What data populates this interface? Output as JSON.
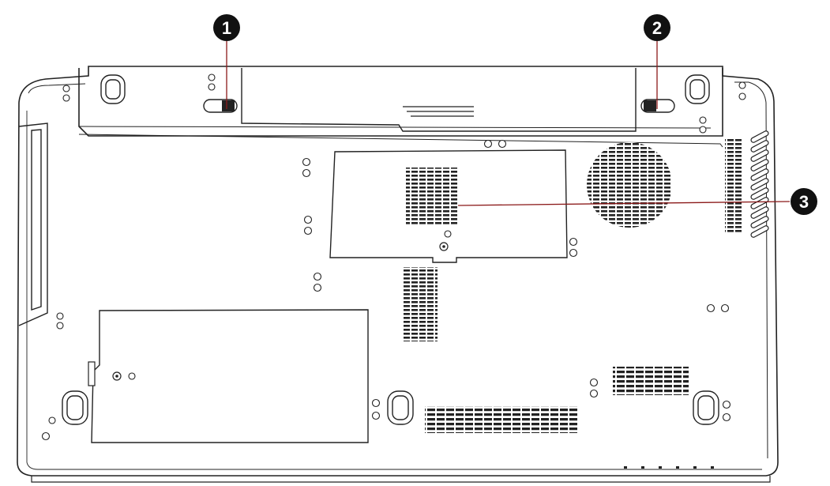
{
  "diagram": {
    "callouts": [
      {
        "number": "1",
        "label": "battery-release-latch-left"
      },
      {
        "number": "2",
        "label": "battery-release-latch-right"
      },
      {
        "number": "3",
        "label": "memory-module-slot-cover"
      }
    ],
    "colors": {
      "outline": "#222222",
      "leader_line": "#8b1a1a",
      "callout_fill": "#111111",
      "callout_text": "#ffffff",
      "background": "#ffffff",
      "vent": "#222222"
    }
  }
}
